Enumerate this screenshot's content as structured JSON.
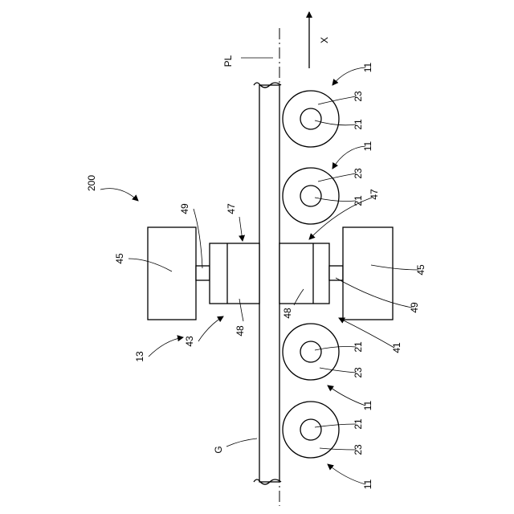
{
  "labels": {
    "direction": "X",
    "pass_line": "PL",
    "apparatus": "200",
    "glass": "G",
    "unit_left": "13",
    "housing_left": "43",
    "housing_right": "41",
    "roller_assembly": "11",
    "shaft": "21",
    "roller_body": "23",
    "motor": "45",
    "pad_holder": "47",
    "pad": "48",
    "connecting_shaft": "49"
  }
}
